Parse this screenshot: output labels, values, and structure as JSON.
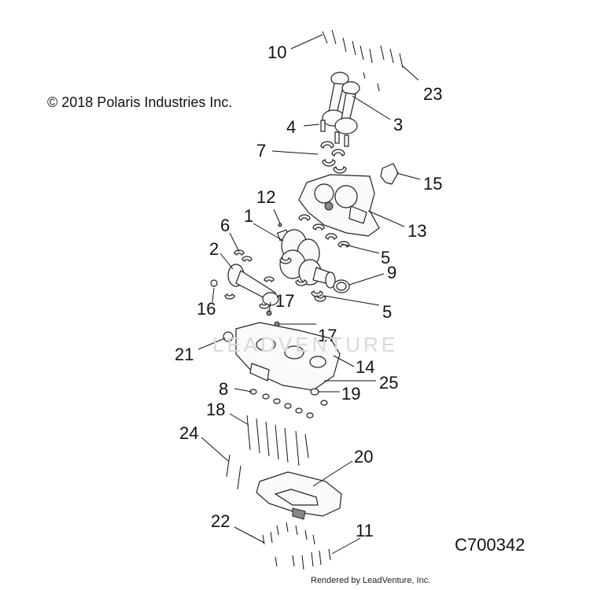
{
  "copyright": "© 2018 Polaris Industries Inc.",
  "diagram_code": "C700342",
  "render_credit": "Rendered by LeadVenture, Inc.",
  "watermark": "LEADVENTURE",
  "callouts": [
    "10",
    "23",
    "3",
    "4",
    "7",
    "15",
    "12",
    "13",
    "1",
    "6",
    "2",
    "5",
    "9",
    "16",
    "17",
    "5",
    "17",
    "21",
    "14",
    "25",
    "8",
    "19",
    "18",
    "24",
    "20",
    "22",
    "11"
  ]
}
